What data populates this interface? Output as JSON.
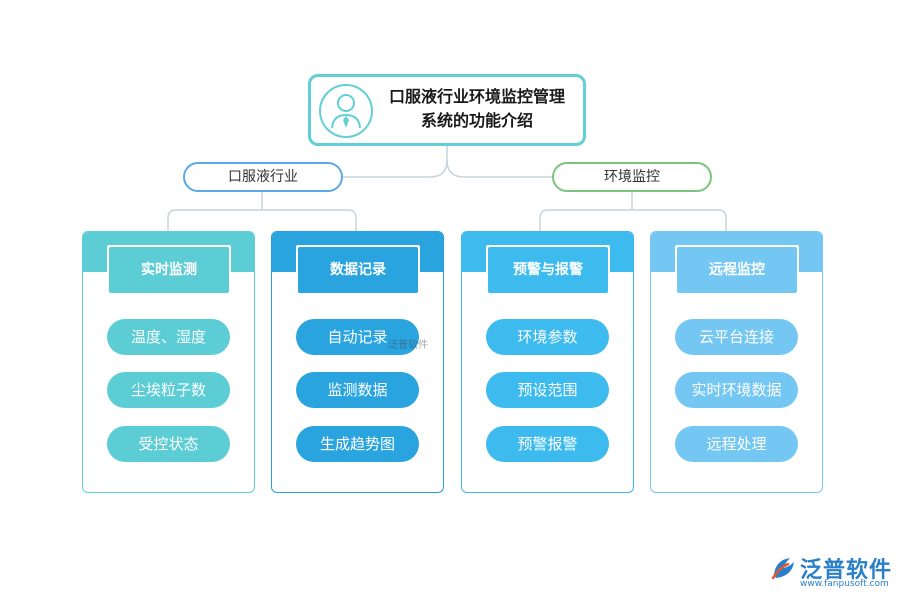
{
  "root": {
    "title_line1": "口服液行业环境监控管理",
    "title_line2": "系统的功能介绍"
  },
  "branches": [
    {
      "label": "口服液行业"
    },
    {
      "label": "环境监控"
    }
  ],
  "cards": [
    {
      "title": "实时监测",
      "items": [
        "温度、湿度",
        "尘埃粒子数",
        "受控状态"
      ]
    },
    {
      "title": "数据记录",
      "items": [
        "自动记录",
        "监测数据",
        "生成趋势图"
      ]
    },
    {
      "title": "预警与报警",
      "items": [
        "环境参数",
        "预设范围",
        "预警报警"
      ]
    },
    {
      "title": "远程监控",
      "items": [
        "云平台连接",
        "实时环境数据",
        "远程处理"
      ]
    }
  ],
  "watermark": "泛普软件",
  "logo": {
    "name": "泛普软件",
    "url": "www.fanpusoft.com"
  },
  "colors": {
    "teal": "#5ccdd5",
    "blue_dark": "#2aa4df",
    "blue_mid": "#3dbbef",
    "blue_light": "#75c7f3",
    "pill_left_border": "#5ba9e8",
    "pill_right_border": "#7bc47d",
    "brand": "#2a7fc9"
  }
}
